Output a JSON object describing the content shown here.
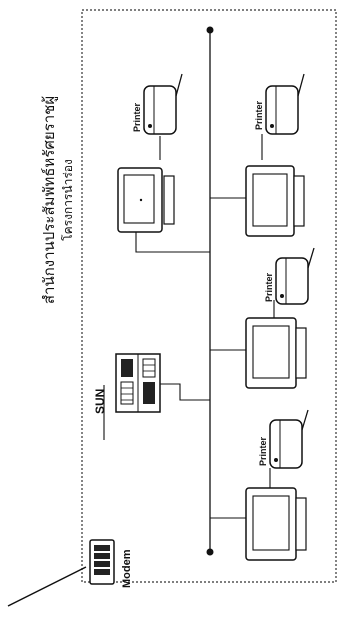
{
  "diagram": {
    "title_line_1": "สำนักงานประสัมพัทธ์หรัศยราชผู้",
    "title_line_2": "โครงการนำร่อง",
    "server_label": "SUN",
    "modem_label": "Modem",
    "printer_label": "Printer",
    "colors": {
      "ink": "#111111",
      "frame": "#333333",
      "paper": "#ffffff"
    }
  }
}
